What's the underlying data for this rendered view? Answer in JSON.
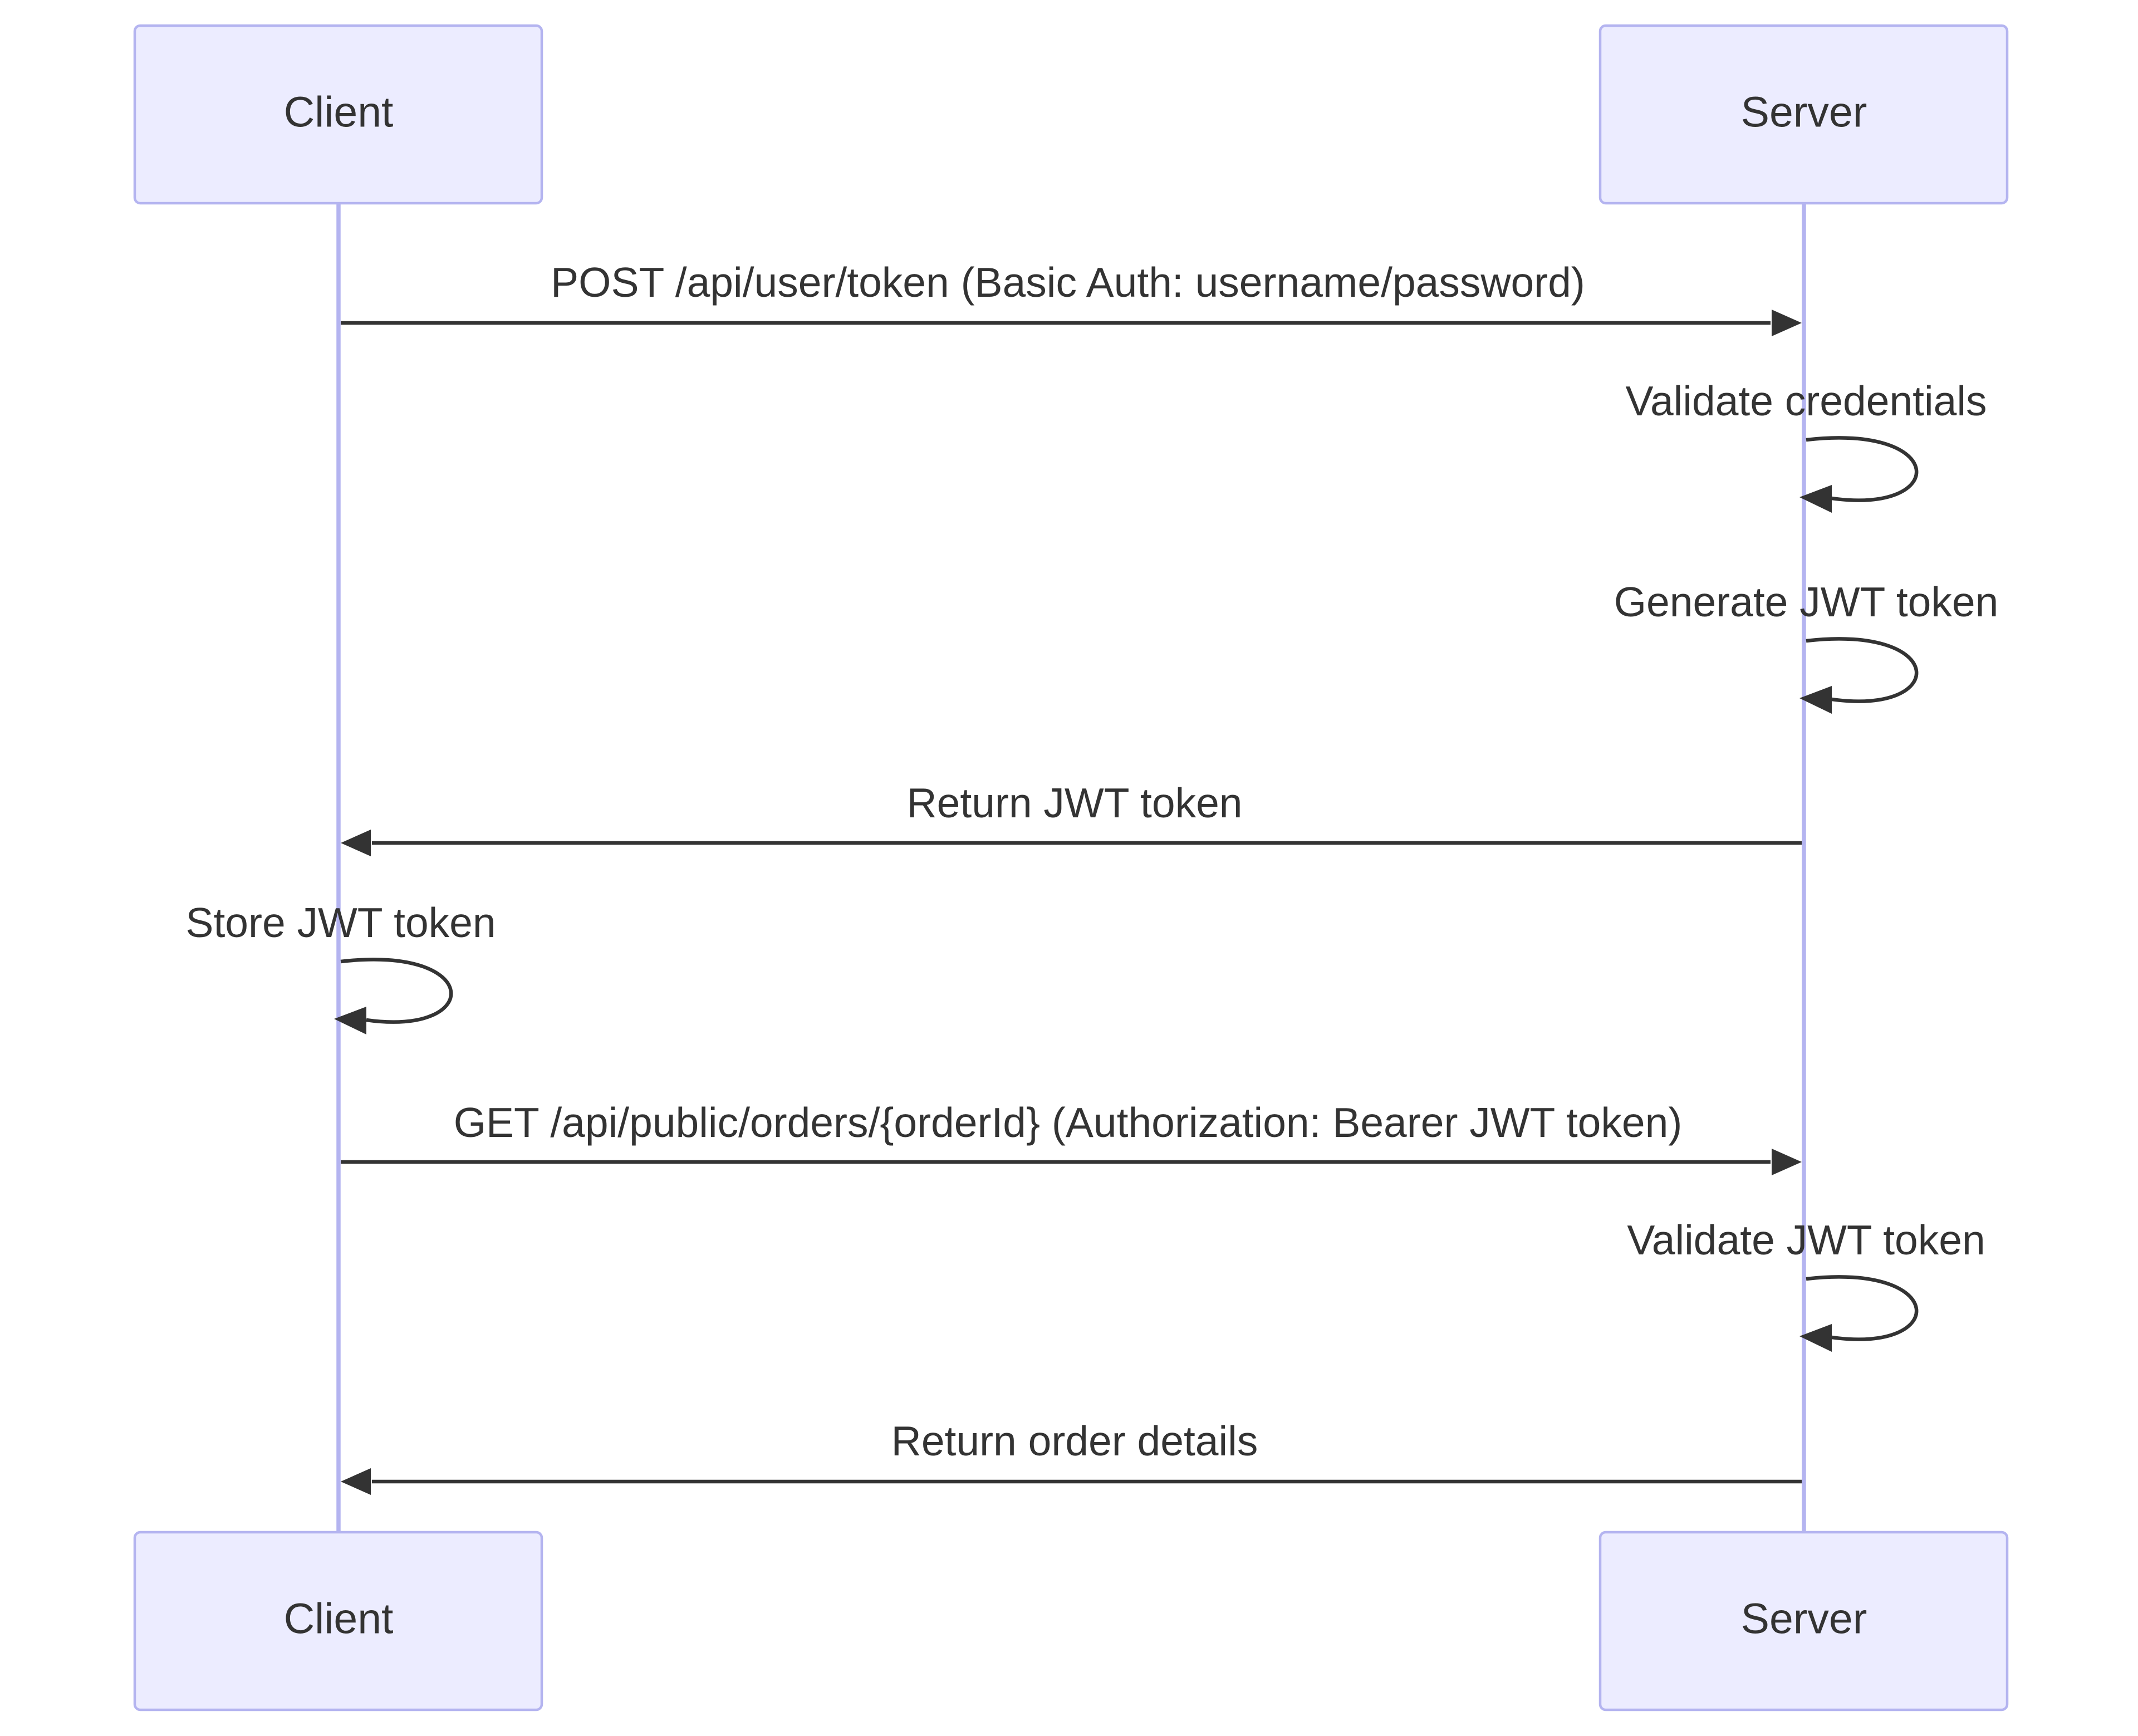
{
  "colors": {
    "actor_fill": "#ececff",
    "actor_stroke": "#b4b4f0",
    "lifeline": "#b4b4f0",
    "message": "#333333",
    "text": "#333333"
  },
  "actors": [
    {
      "id": "client",
      "label": "Client"
    },
    {
      "id": "server",
      "label": "Server"
    }
  ],
  "messages": [
    {
      "from": "client",
      "to": "server",
      "label": "POST /api/user/token (Basic Auth: username/password)"
    },
    {
      "from": "server",
      "to": "server",
      "label": "Validate credentials"
    },
    {
      "from": "server",
      "to": "server",
      "label": "Generate JWT token"
    },
    {
      "from": "server",
      "to": "client",
      "label": "Return JWT token"
    },
    {
      "from": "client",
      "to": "client",
      "label": "Store JWT token"
    },
    {
      "from": "client",
      "to": "server",
      "label": "GET /api/public/orders/{orderId} (Authorization: Bearer JWT token)"
    },
    {
      "from": "server",
      "to": "server",
      "label": "Validate JWT token"
    },
    {
      "from": "server",
      "to": "client",
      "label": "Return order details"
    }
  ]
}
